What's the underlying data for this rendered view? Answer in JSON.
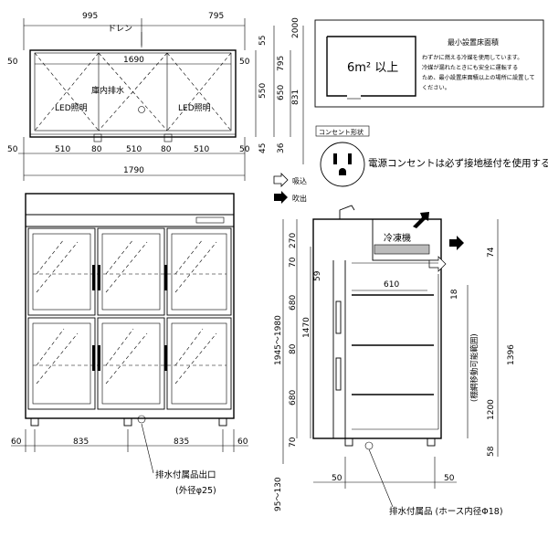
{
  "top_view": {
    "dims_top": [
      "995",
      "795"
    ],
    "drain": "ドレン",
    "w_1690": "1690",
    "side_50": "50",
    "inner_drain": "庫内排水",
    "led_left": "LED照明",
    "led_right": "LED照明",
    "bottom_dims": [
      "50",
      "510",
      "80",
      "510",
      "80",
      "510",
      "50"
    ],
    "total_width": "1790",
    "right_dims": [
      "55",
      "550",
      "650",
      "795",
      "831",
      "2000",
      "45",
      "36"
    ]
  },
  "install_area": {
    "title": "最小設置床面積",
    "area": "6m² 以上",
    "note_lines": [
      "わずかに燃える冷媒を使用しています。",
      "冷媒が漏れたときにも安全に運転する",
      "ため、最小設置床面積以上の場所に設置して",
      "ください。"
    ]
  },
  "outlet": {
    "label": "コンセント形状",
    "notice": "電源コンセントは必ず接地極付を使用すること"
  },
  "legend": {
    "intake": "吸込",
    "exhaust": "吹出"
  },
  "front_view": {
    "dims_bottom": [
      "60",
      "835",
      "835",
      "60"
    ],
    "drain_outlet": "排水付属品出口",
    "outer_diameter": "(外径φ25)"
  },
  "side_view": {
    "refrigeration_unit": "冷凍機",
    "dims_left": [
      "270",
      "70",
      "680",
      "1470",
      "80",
      "680",
      "70",
      "1945～1980",
      "95～130"
    ],
    "dims_mid": [
      "59",
      "610",
      "18"
    ],
    "dims_right": [
      "74",
      "1396",
      "1200",
      "58"
    ],
    "shelf_range": "(棚網移動可能範囲)",
    "bottom_dims": [
      "50",
      "50"
    ],
    "drain_accessory": "排水付属品 (ホース内径Φ18)"
  }
}
